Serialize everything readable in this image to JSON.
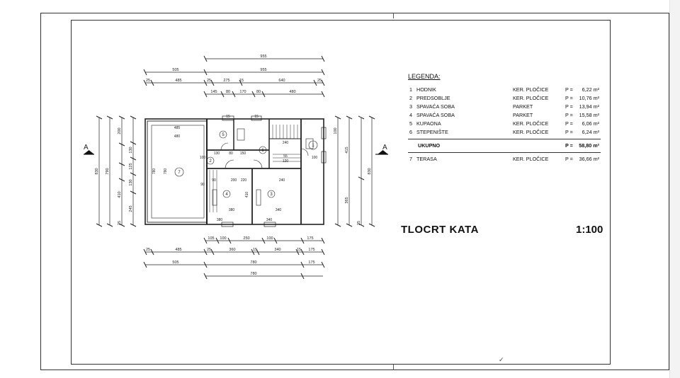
{
  "legend": {
    "title": "LEGENDA:",
    "rows": [
      {
        "no": "1",
        "name": "HODNIK",
        "material": "KER. PLOČICE",
        "p": "P =",
        "value": "6,22 m²"
      },
      {
        "no": "2",
        "name": "PREDSOBLJE",
        "material": "KER. PLOČICE",
        "p": "P =",
        "value": "10,76 m²"
      },
      {
        "no": "3",
        "name": "SPAVAĆA SOBA",
        "material": "PARKET",
        "p": "P =",
        "value": "13,94 m²"
      },
      {
        "no": "4",
        "name": "SPAVAĆA SOBA",
        "material": "PARKET",
        "p": "P =",
        "value": "15,58 m²"
      },
      {
        "no": "5",
        "name": "KUPAONA",
        "material": "KER. PLOČICE",
        "p": "P =",
        "value": "6,06 m²"
      },
      {
        "no": "6",
        "name": "STEPENIŠTE",
        "material": "KER. PLOČICE",
        "p": "P =",
        "value": "6,24 m²"
      }
    ],
    "total": {
      "name": "UKUPNO",
      "p": "P =",
      "value": "58,80 m²"
    },
    "extra": {
      "no": "7",
      "name": "TERASA",
      "material": "KER. PLOČICE",
      "p": "P =",
      "value": "36,66 m²"
    }
  },
  "title": "TLOCRT  KATA",
  "scale": "1:100",
  "corner_mark": "✓",
  "plan": {
    "section_marker": "A",
    "top_dims": {
      "row1": [
        "955"
      ],
      "row2": [
        "505",
        "955"
      ],
      "row3": [
        "25",
        "485",
        "25",
        "275",
        "15",
        "640",
        "25"
      ],
      "row4": [
        "145",
        "80",
        "170",
        "80",
        "480"
      ]
    },
    "bottom_dims": {
      "row1": [
        "105",
        "100",
        "250",
        "100",
        "175"
      ],
      "row2": [
        "25",
        "485",
        "25",
        "360",
        "15",
        "340",
        "15",
        "175"
      ],
      "row3": [
        "505",
        "780",
        "175"
      ],
      "row4": [
        "780"
      ]
    },
    "left_dims": [
      "830",
      "790",
      "200",
      "130",
      "125",
      "130",
      "410",
      "245",
      "25"
    ],
    "right_dims": [
      "830",
      "100",
      "415",
      "365",
      "25"
    ],
    "room_numbers": [
      "1",
      "2",
      "3",
      "4",
      "5",
      "6",
      "7"
    ],
    "interior_dims": [
      "485",
      "480",
      "780",
      "790",
      "130",
      "80",
      "150",
      "240",
      "100",
      "220",
      "90",
      "200",
      "410",
      "240",
      "380",
      "340",
      "380",
      "340",
      "100",
      "90",
      "15",
      "15",
      "55",
      "120"
    ]
  }
}
